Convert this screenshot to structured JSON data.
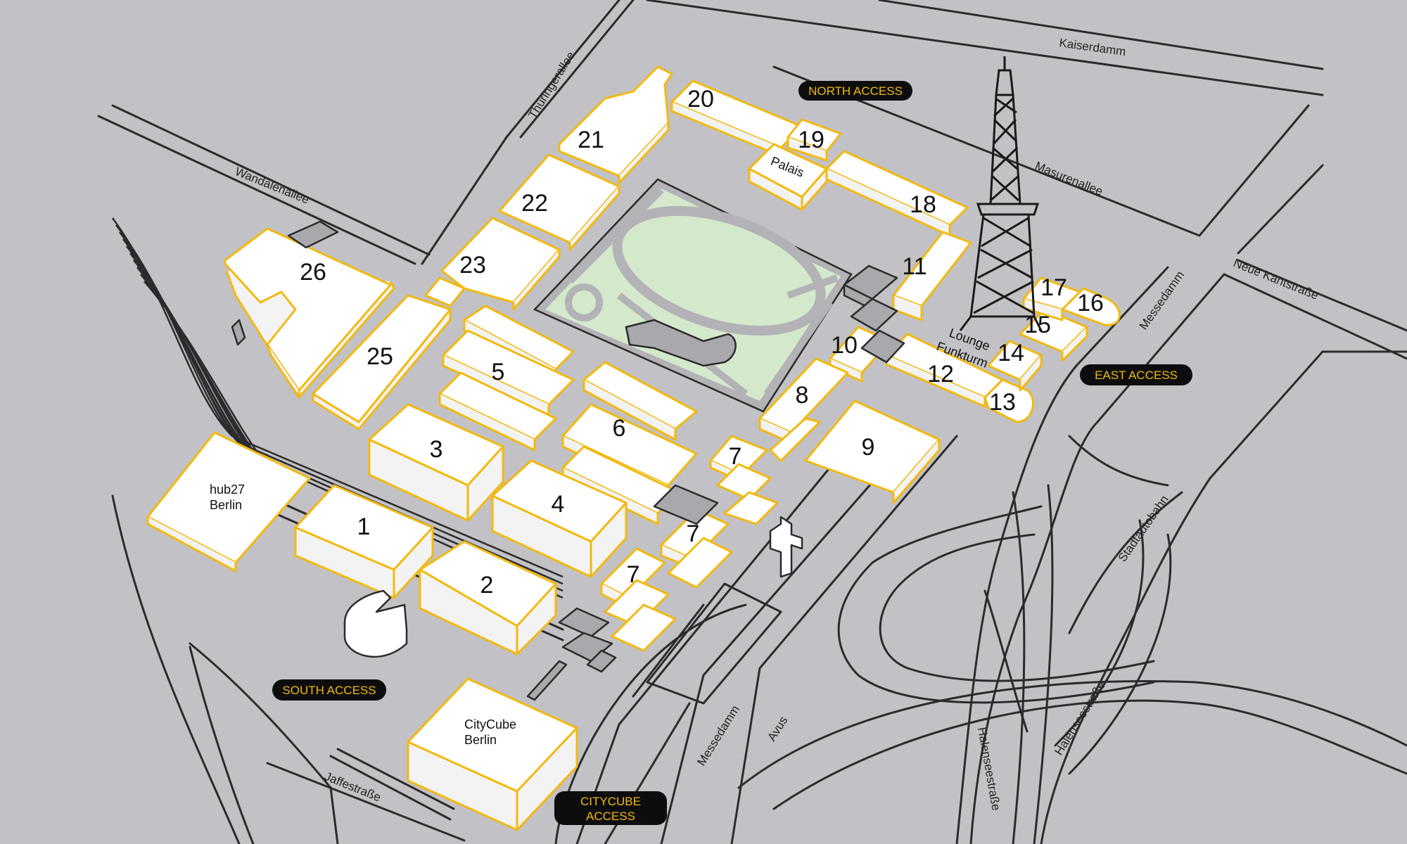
{
  "halls": [
    "1",
    "2",
    "3",
    "4",
    "5",
    "6",
    "7",
    "8",
    "9",
    "10",
    "11",
    "12",
    "13",
    "14",
    "15",
    "16",
    "17",
    "18",
    "19",
    "20",
    "21",
    "22",
    "23",
    "25",
    "26"
  ],
  "venues": {
    "palais": "Palais",
    "hub27_line1": "hub27",
    "hub27_line2": "Berlin",
    "citycube_line1": "CityCube",
    "citycube_line2": "Berlin",
    "lounge_line1": "Lounge",
    "lounge_line2": "Funkturm"
  },
  "streets": {
    "kaiserdamm": "Kaiserdamm",
    "masurenallee": "Masurenallee",
    "neue_kantstrasse": "Neue Kantstraße",
    "messedamm_east": "Messedamm",
    "stadtautobahn": "Stadtautobahn",
    "halenseestrasse_1": "Halenseestraße",
    "halenseestrasse_2": "Halenseestraße",
    "avus": "Avus",
    "messedamm_south": "Messedamm",
    "jaffestrasse": "Jaffestraße",
    "wandalenallee": "Wandalenallee",
    "thueringerallee": "Thüringerallee"
  },
  "access": {
    "north": "NORTH ACCESS",
    "east": "EAST ACCESS",
    "south": "SOUTH ACCESS",
    "citycube_line1": "CITYCUBE",
    "citycube_line2": "ACCESS"
  },
  "colors": {
    "background": "#c2c1c5",
    "hall_outline": "#f2b90f",
    "access_text": "#f2b90f",
    "park": "#d4e8cc"
  }
}
